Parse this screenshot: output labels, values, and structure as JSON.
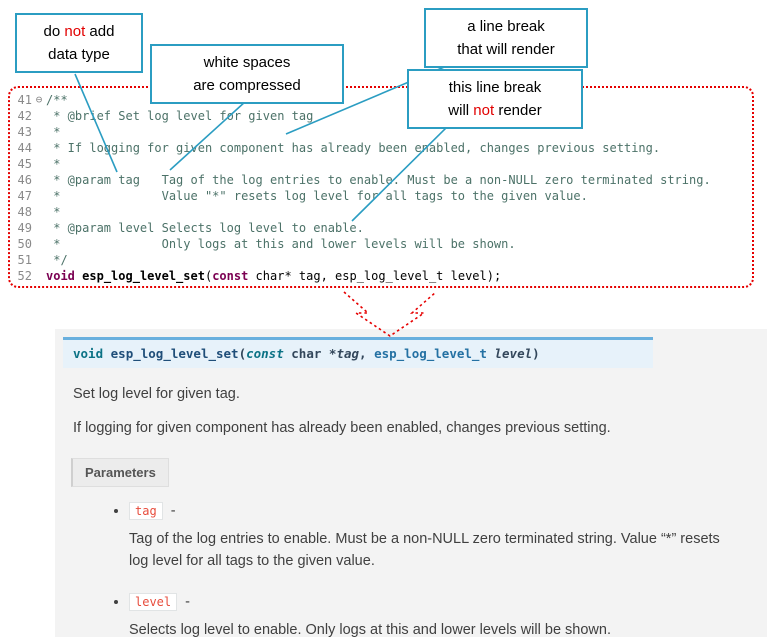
{
  "callouts": [
    {
      "name": "do-not-add-data-type",
      "lines": [
        [
          {
            "t": "do "
          },
          {
            "t": "not",
            "red": true
          },
          {
            "t": " add"
          }
        ],
        [
          {
            "t": "data type"
          }
        ]
      ]
    },
    {
      "name": "white-spaces-compressed",
      "lines": [
        [
          {
            "t": "white spaces"
          }
        ],
        [
          {
            "t": "are compressed"
          }
        ]
      ]
    },
    {
      "name": "line-break-that-will-render",
      "lines": [
        [
          {
            "t": "a line break"
          }
        ],
        [
          {
            "t": "that will render"
          }
        ]
      ]
    },
    {
      "name": "line-break-will-not-render",
      "lines": [
        [
          {
            "t": "this line break"
          }
        ],
        [
          {
            "t": "will "
          },
          {
            "t": "not",
            "red": true
          },
          {
            "t": " render"
          }
        ]
      ]
    }
  ],
  "code": {
    "fold_glyph": "⊖",
    "lines": [
      {
        "n": "41",
        "fold": true,
        "segs": [
          {
            "t": "/**",
            "c": "cm"
          }
        ]
      },
      {
        "n": "42",
        "segs": [
          {
            "t": " * @brief Set log level for given tag",
            "c": "cm"
          }
        ]
      },
      {
        "n": "43",
        "segs": [
          {
            "t": " *",
            "c": "cm"
          }
        ]
      },
      {
        "n": "44",
        "segs": [
          {
            "t": " * If logging for given component has already been enabled, changes previous setting.",
            "c": "cm"
          }
        ]
      },
      {
        "n": "45",
        "segs": [
          {
            "t": " *",
            "c": "cm"
          }
        ]
      },
      {
        "n": "46",
        "segs": [
          {
            "t": " * @param tag   Tag of the log entries to enable. Must be a non-NULL zero terminated string.",
            "c": "cm"
          }
        ]
      },
      {
        "n": "47",
        "segs": [
          {
            "t": " *              Value \"*\" resets log level for all tags to the given value.",
            "c": "cm"
          }
        ]
      },
      {
        "n": "48",
        "segs": [
          {
            "t": " *",
            "c": "cm"
          }
        ]
      },
      {
        "n": "49",
        "segs": [
          {
            "t": " * @param level Selects log level to enable.",
            "c": "cm"
          }
        ]
      },
      {
        "n": "50",
        "segs": [
          {
            "t": " *              Only logs at this and lower levels will be shown.",
            "c": "cm"
          }
        ]
      },
      {
        "n": "51",
        "segs": [
          {
            "t": " */",
            "c": "cm"
          }
        ]
      },
      {
        "n": "52",
        "segs": [
          {
            "t": "void",
            "c": "kw"
          },
          {
            "t": " ",
            "c": "pl"
          },
          {
            "t": "esp_log_level_set",
            "c": "fn"
          },
          {
            "t": "(",
            "c": "pl"
          },
          {
            "t": "const",
            "c": "kw"
          },
          {
            "t": " char* tag, esp_log_level_t level);",
            "c": "pl"
          }
        ]
      }
    ]
  },
  "docs": {
    "signature": [
      {
        "t": "void",
        "c": "kw"
      },
      {
        "t": " ",
        "c": "pl"
      },
      {
        "t": "esp_log_level_set",
        "c": "name"
      },
      {
        "t": "(",
        "c": "pl"
      },
      {
        "t": "const",
        "c": "kwi"
      },
      {
        "t": " char *",
        "c": "pl"
      },
      {
        "t": "tag",
        "c": "var"
      },
      {
        "t": ", ",
        "c": "pl"
      },
      {
        "t": "esp_log_level_t",
        "c": "type"
      },
      {
        "t": " ",
        "c": "pl"
      },
      {
        "t": "level",
        "c": "var"
      },
      {
        "t": ")",
        "c": "pl"
      }
    ],
    "p1": "Set log level for given tag.",
    "p2": "If logging for given component has already been enabled, changes previous setting.",
    "parameters_label": "Parameters",
    "param_separator": "-",
    "params": [
      {
        "name": "tag",
        "desc": "Tag of the log entries to enable. Must be a non-NULL zero terminated string. Value “*” resets log level for all tags to the given value."
      },
      {
        "name": "level",
        "desc": "Selects log level to enable. Only logs at this and lower levels will be shown."
      }
    ]
  }
}
